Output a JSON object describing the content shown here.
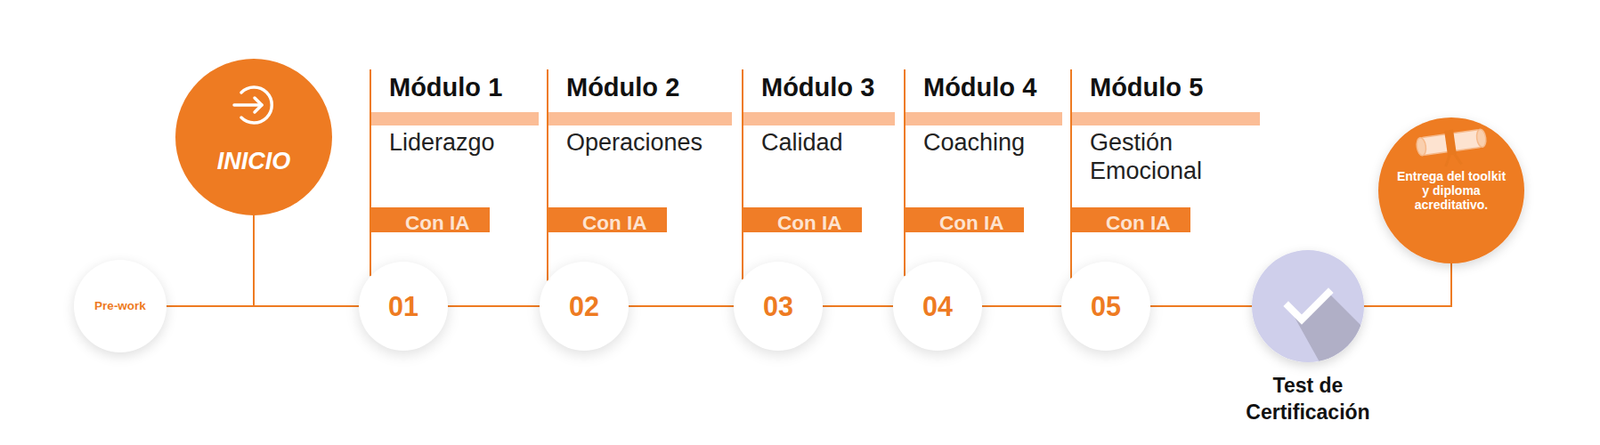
{
  "diagram": {
    "nodes": [
      {
        "text": [
          "Pre-work"
        ]
      },
      {
        "text": [
          "INICIO"
        ]
      },
      {
        "text": [
          "Módulo 1",
          "Liderazgo"
        ]
      },
      {
        "text": [
          "Con IA"
        ],
        "in": 2
      },
      {
        "text": [
          "Módulo 2",
          "Operaciones"
        ]
      },
      {
        "text": [
          "Con IA"
        ],
        "in": 4
      },
      {
        "text": [
          "Módulo 3",
          "Calidad"
        ]
      },
      {
        "text": [
          "Con IA"
        ],
        "in": 6
      },
      {
        "text": [
          "Módulo 4",
          "Coaching"
        ]
      },
      {
        "text": [
          "Con IA"
        ],
        "in": 8
      },
      {
        "text": [
          "Módulo 5",
          "Gestión Emocional"
        ]
      },
      {
        "text": [
          "Con IA"
        ],
        "in": 10
      },
      {
        "text": [
          "01"
        ]
      },
      {
        "text": [
          "02"
        ]
      },
      {
        "text": [
          "03"
        ]
      },
      {
        "text": [
          "04"
        ]
      },
      {
        "text": [
          "05"
        ]
      },
      {
        "text": [
          "Test de Certificación"
        ]
      },
      {
        "text": [
          "Entrega del toolkit y diploma acreditativo."
        ]
      }
    ],
    "edges": [
      {
        "from": 0,
        "to": 12,
        "arrow": "none"
      },
      {
        "from": 1,
        "to": 12,
        "arrow": "none"
      },
      {
        "from": 2,
        "to": 12,
        "arrow": "none"
      },
      {
        "from": 4,
        "to": 13,
        "arrow": "none"
      },
      {
        "from": 6,
        "to": 14,
        "arrow": "none"
      },
      {
        "from": 8,
        "to": 15,
        "arrow": "none"
      },
      {
        "from": 10,
        "to": 16,
        "arrow": "none"
      },
      {
        "from": 12,
        "to": 13,
        "arrow": "none"
      },
      {
        "from": 13,
        "to": 14,
        "arrow": "none"
      },
      {
        "from": 14,
        "to": 15,
        "arrow": "none"
      },
      {
        "from": 15,
        "to": 16,
        "arrow": "none"
      },
      {
        "from": 16,
        "to": 17,
        "arrow": "none"
      },
      {
        "from": 17,
        "to": 18,
        "arrow": "none"
      }
    ]
  }
}
